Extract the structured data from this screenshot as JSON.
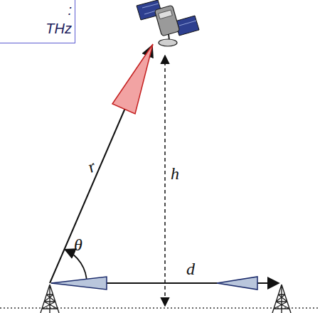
{
  "diagram": {
    "nodes": [
      {
        "text": [
          ":",
          "THz"
        ]
      }
    ],
    "labels": [
      "r",
      "h",
      "θ",
      "d"
    ]
  }
}
